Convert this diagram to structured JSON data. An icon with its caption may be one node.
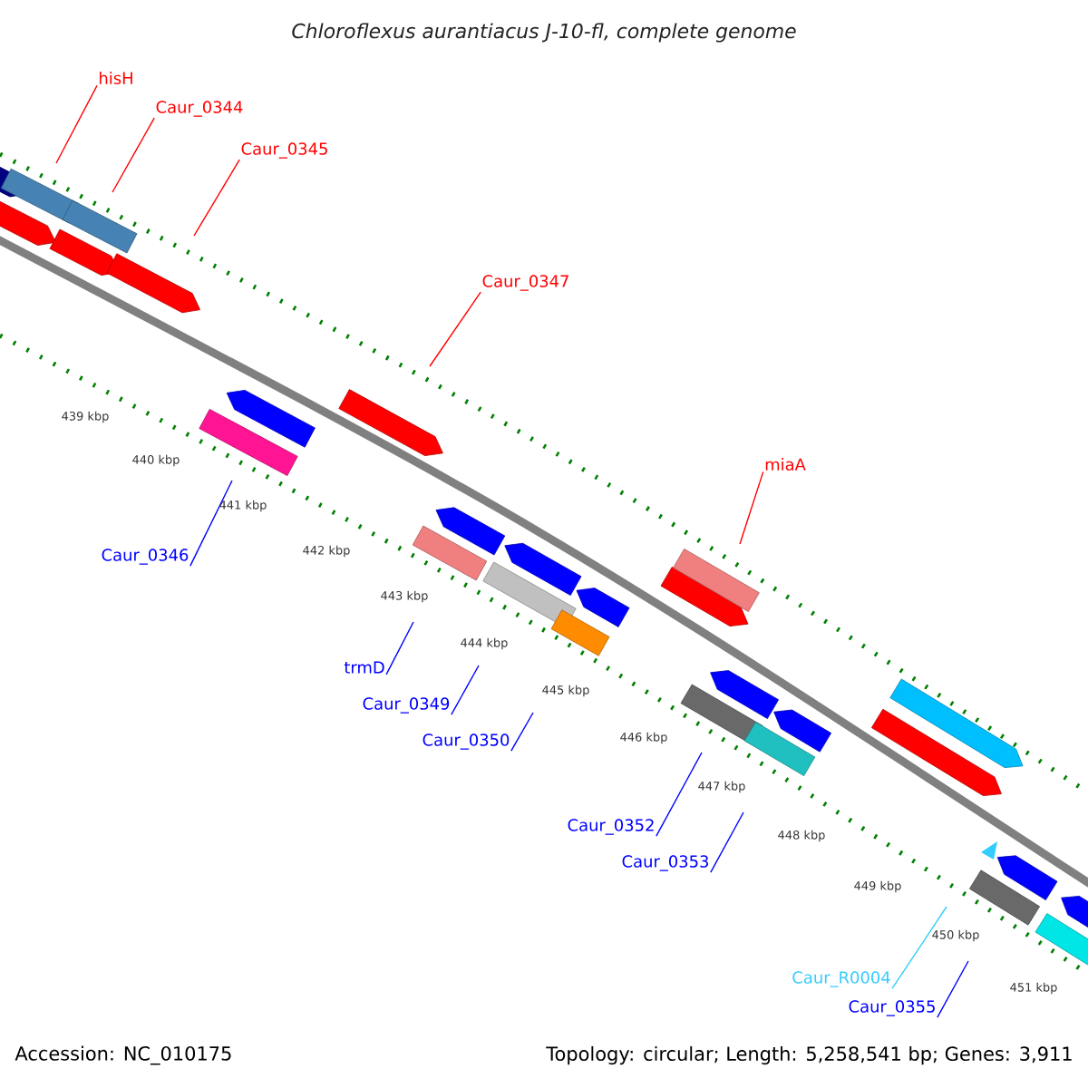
{
  "diagram": {
    "title": "*Chloroflexus aurantiacus* J-10-fl, complete genome",
    "nodes": [
      {
        "text": [
          "hisH"
        ]
      },
      {
        "text": [
          "Caur_0344"
        ]
      },
      {
        "text": [
          "Caur_0345"
        ]
      },
      {
        "text": [
          "Caur_0347"
        ]
      },
      {
        "text": [
          "miaA"
        ]
      },
      {
        "text": [
          "Caur_0346"
        ]
      },
      {
        "text": [
          "trmD"
        ]
      },
      {
        "text": [
          "Caur_0349"
        ]
      },
      {
        "text": [
          "Caur_0350"
        ]
      },
      {
        "text": [
          "Caur_0352"
        ]
      },
      {
        "text": [
          "Caur_0353"
        ]
      },
      {
        "text": [
          "Caur_R0004"
        ]
      },
      {
        "text": [
          "Caur_0355"
        ]
      }
    ],
    "edges": [
      {
        "from": 0,
        "to": null,
        "arrow": "none",
        "color": "#ff0000"
      },
      {
        "from": 1,
        "to": null,
        "arrow": "none",
        "color": "#ff0000"
      },
      {
        "from": 2,
        "to": null,
        "arrow": "none",
        "color": "#ff0000"
      },
      {
        "from": 3,
        "to": null,
        "arrow": "none",
        "color": "#ff0000"
      },
      {
        "from": 4,
        "to": null,
        "arrow": "none",
        "color": "#ff0000"
      },
      {
        "from": 5,
        "to": null,
        "arrow": "none"
      },
      {
        "from": 6,
        "to": null,
        "arrow": "none"
      },
      {
        "from": 7,
        "to": null,
        "arrow": "none"
      },
      {
        "from": 8,
        "to": null,
        "arrow": "none"
      },
      {
        "from": 9,
        "to": null,
        "arrow": "none"
      },
      {
        "from": 10,
        "to": null,
        "arrow": "none"
      },
      {
        "from": 11,
        "to": null,
        "arrow": "none",
        "color": "#33ccff"
      },
      {
        "from": 12,
        "to": null,
        "arrow": "none"
      }
    ],
    "labels": [
      "439 kbp",
      "440 kbp",
      "441 kbp",
      "442 kbp",
      "443 kbp",
      "444 kbp",
      "445 kbp",
      "446 kbp",
      "447 kbp",
      "448 kbp",
      "449 kbp",
      "450 kbp",
      "451 kbp",
      "Accession: NC_010175",
      "Topology: circular; Length: 5,258,541 bp; Genes: 3,911"
    ]
  }
}
